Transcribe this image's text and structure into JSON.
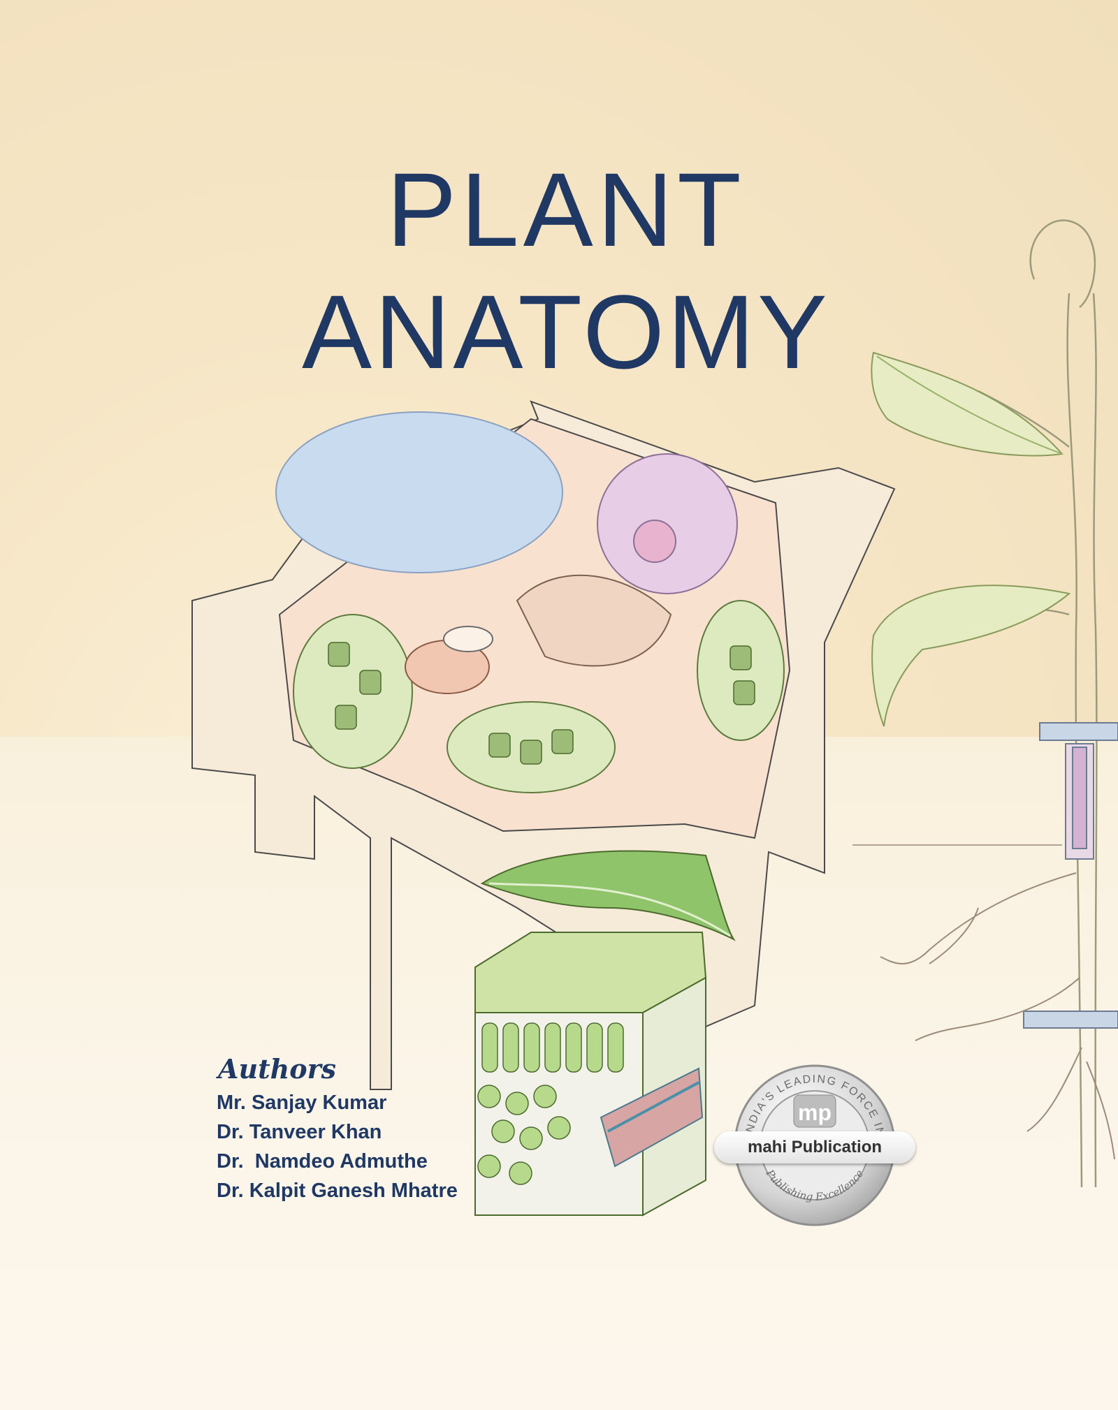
{
  "cover": {
    "title_line1": "PLANT",
    "title_line2": "ANATOMY",
    "authors_heading": "Authors",
    "authors": [
      "Mr. Sanjay Kumar",
      "Dr. Tanveer Khan",
      "Dr.  Namdeo Admuthe",
      "Dr. Kalpit Ganesh Mhatre"
    ]
  },
  "publisher": {
    "name": "mahi Publication",
    "logo_letters": "mp",
    "seal_top_text": "INDIA'S LEADING FORCE IN",
    "seal_bottom_text": "Publishing Excellence"
  },
  "colors": {
    "title": "#1f3864",
    "background": "#f6e6c6",
    "leaf_green": "#8fc46a"
  }
}
